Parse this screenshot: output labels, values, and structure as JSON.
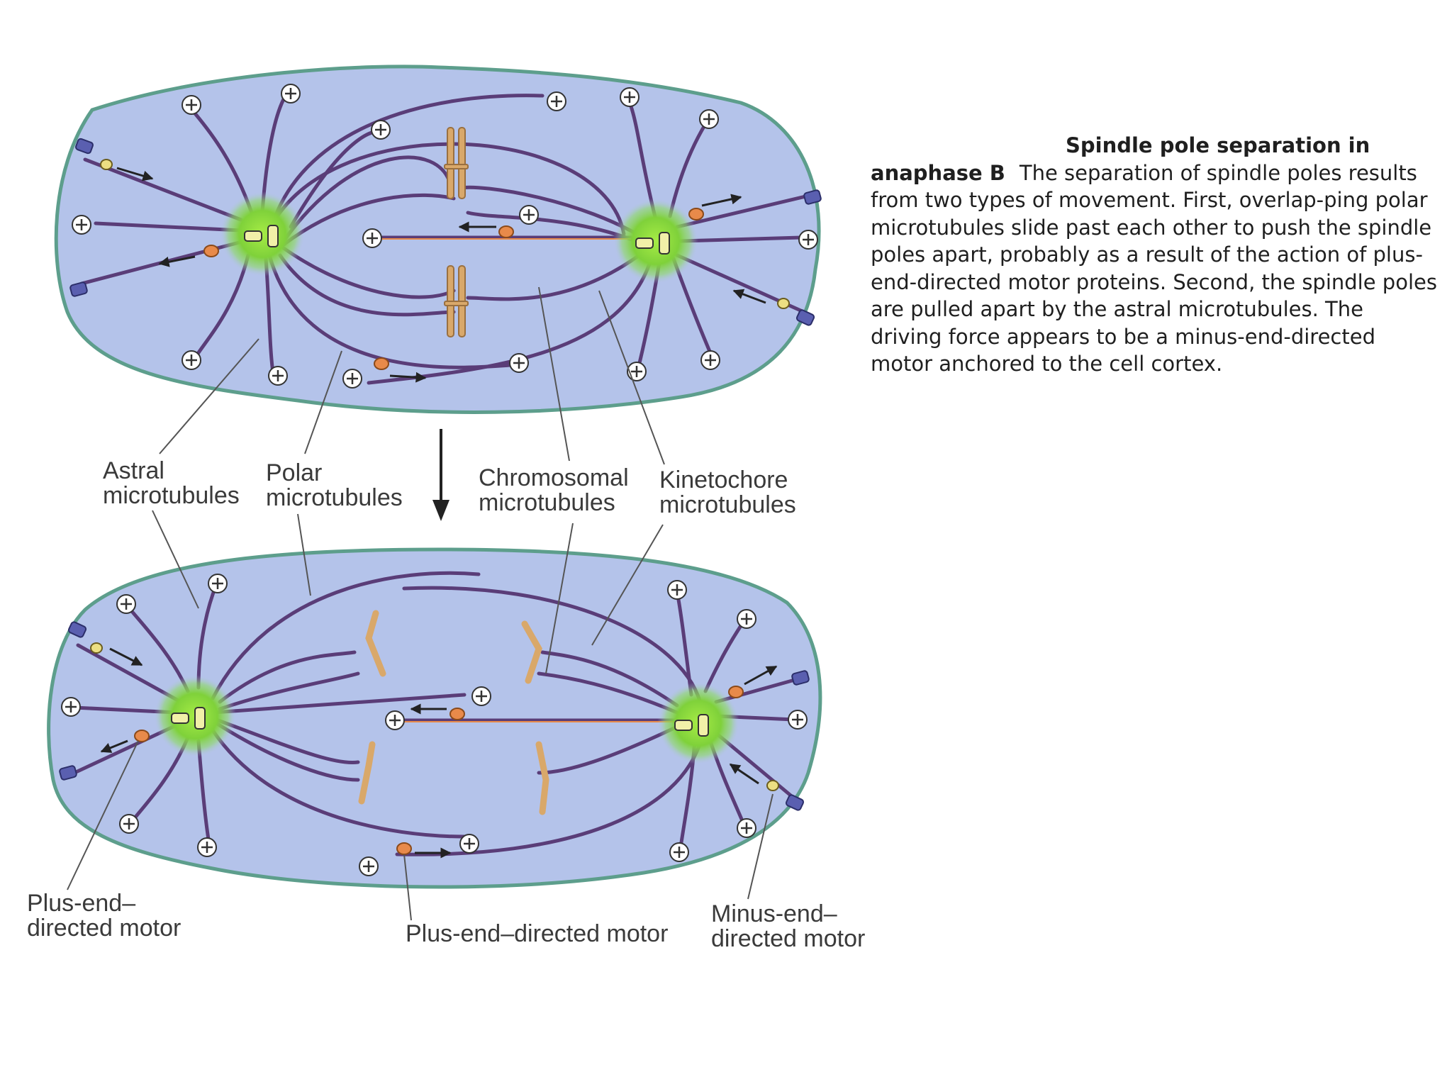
{
  "labels": {
    "astral": [
      "Astral",
      "microtubules"
    ],
    "polar": [
      "Polar",
      "microtubules"
    ],
    "chromosomal": [
      "Chromosomal",
      "microtubules"
    ],
    "kinetochore": [
      "Kinetochore",
      "microtubules"
    ],
    "plus_motor_left": [
      "Plus-end–",
      "directed motor"
    ],
    "plus_motor_center": "Plus-end–directed motor",
    "minus_motor_right": [
      "Minus-end–",
      "directed motor"
    ]
  },
  "plus_symbol": "+",
  "caption": {
    "title": "Spindle pole separation in",
    "lead": "anaphase B",
    "body": "The separation of spindle poles results from two types of movement. First, overlap-ping polar microtubules slide past each other to push the spindle poles apart, probably as a result of the action of plus-end-directed motor proteins. Second, the spindle poles are pulled apart by the astral microtubules. The driving force appears to be a minus-end-directed motor anchored to the cell cortex."
  },
  "colors": {
    "cytoplasm": "#b4c3ea",
    "cell_border": "#5d9e8c",
    "centrosome": "#7ccf3a",
    "microtubule": "#5a3d78",
    "chromosome": "#d9a86a",
    "plus_motor": "#e88a4a",
    "minus_motor": "#ecdf82",
    "cortex_anchor": "#5a5fb0"
  }
}
